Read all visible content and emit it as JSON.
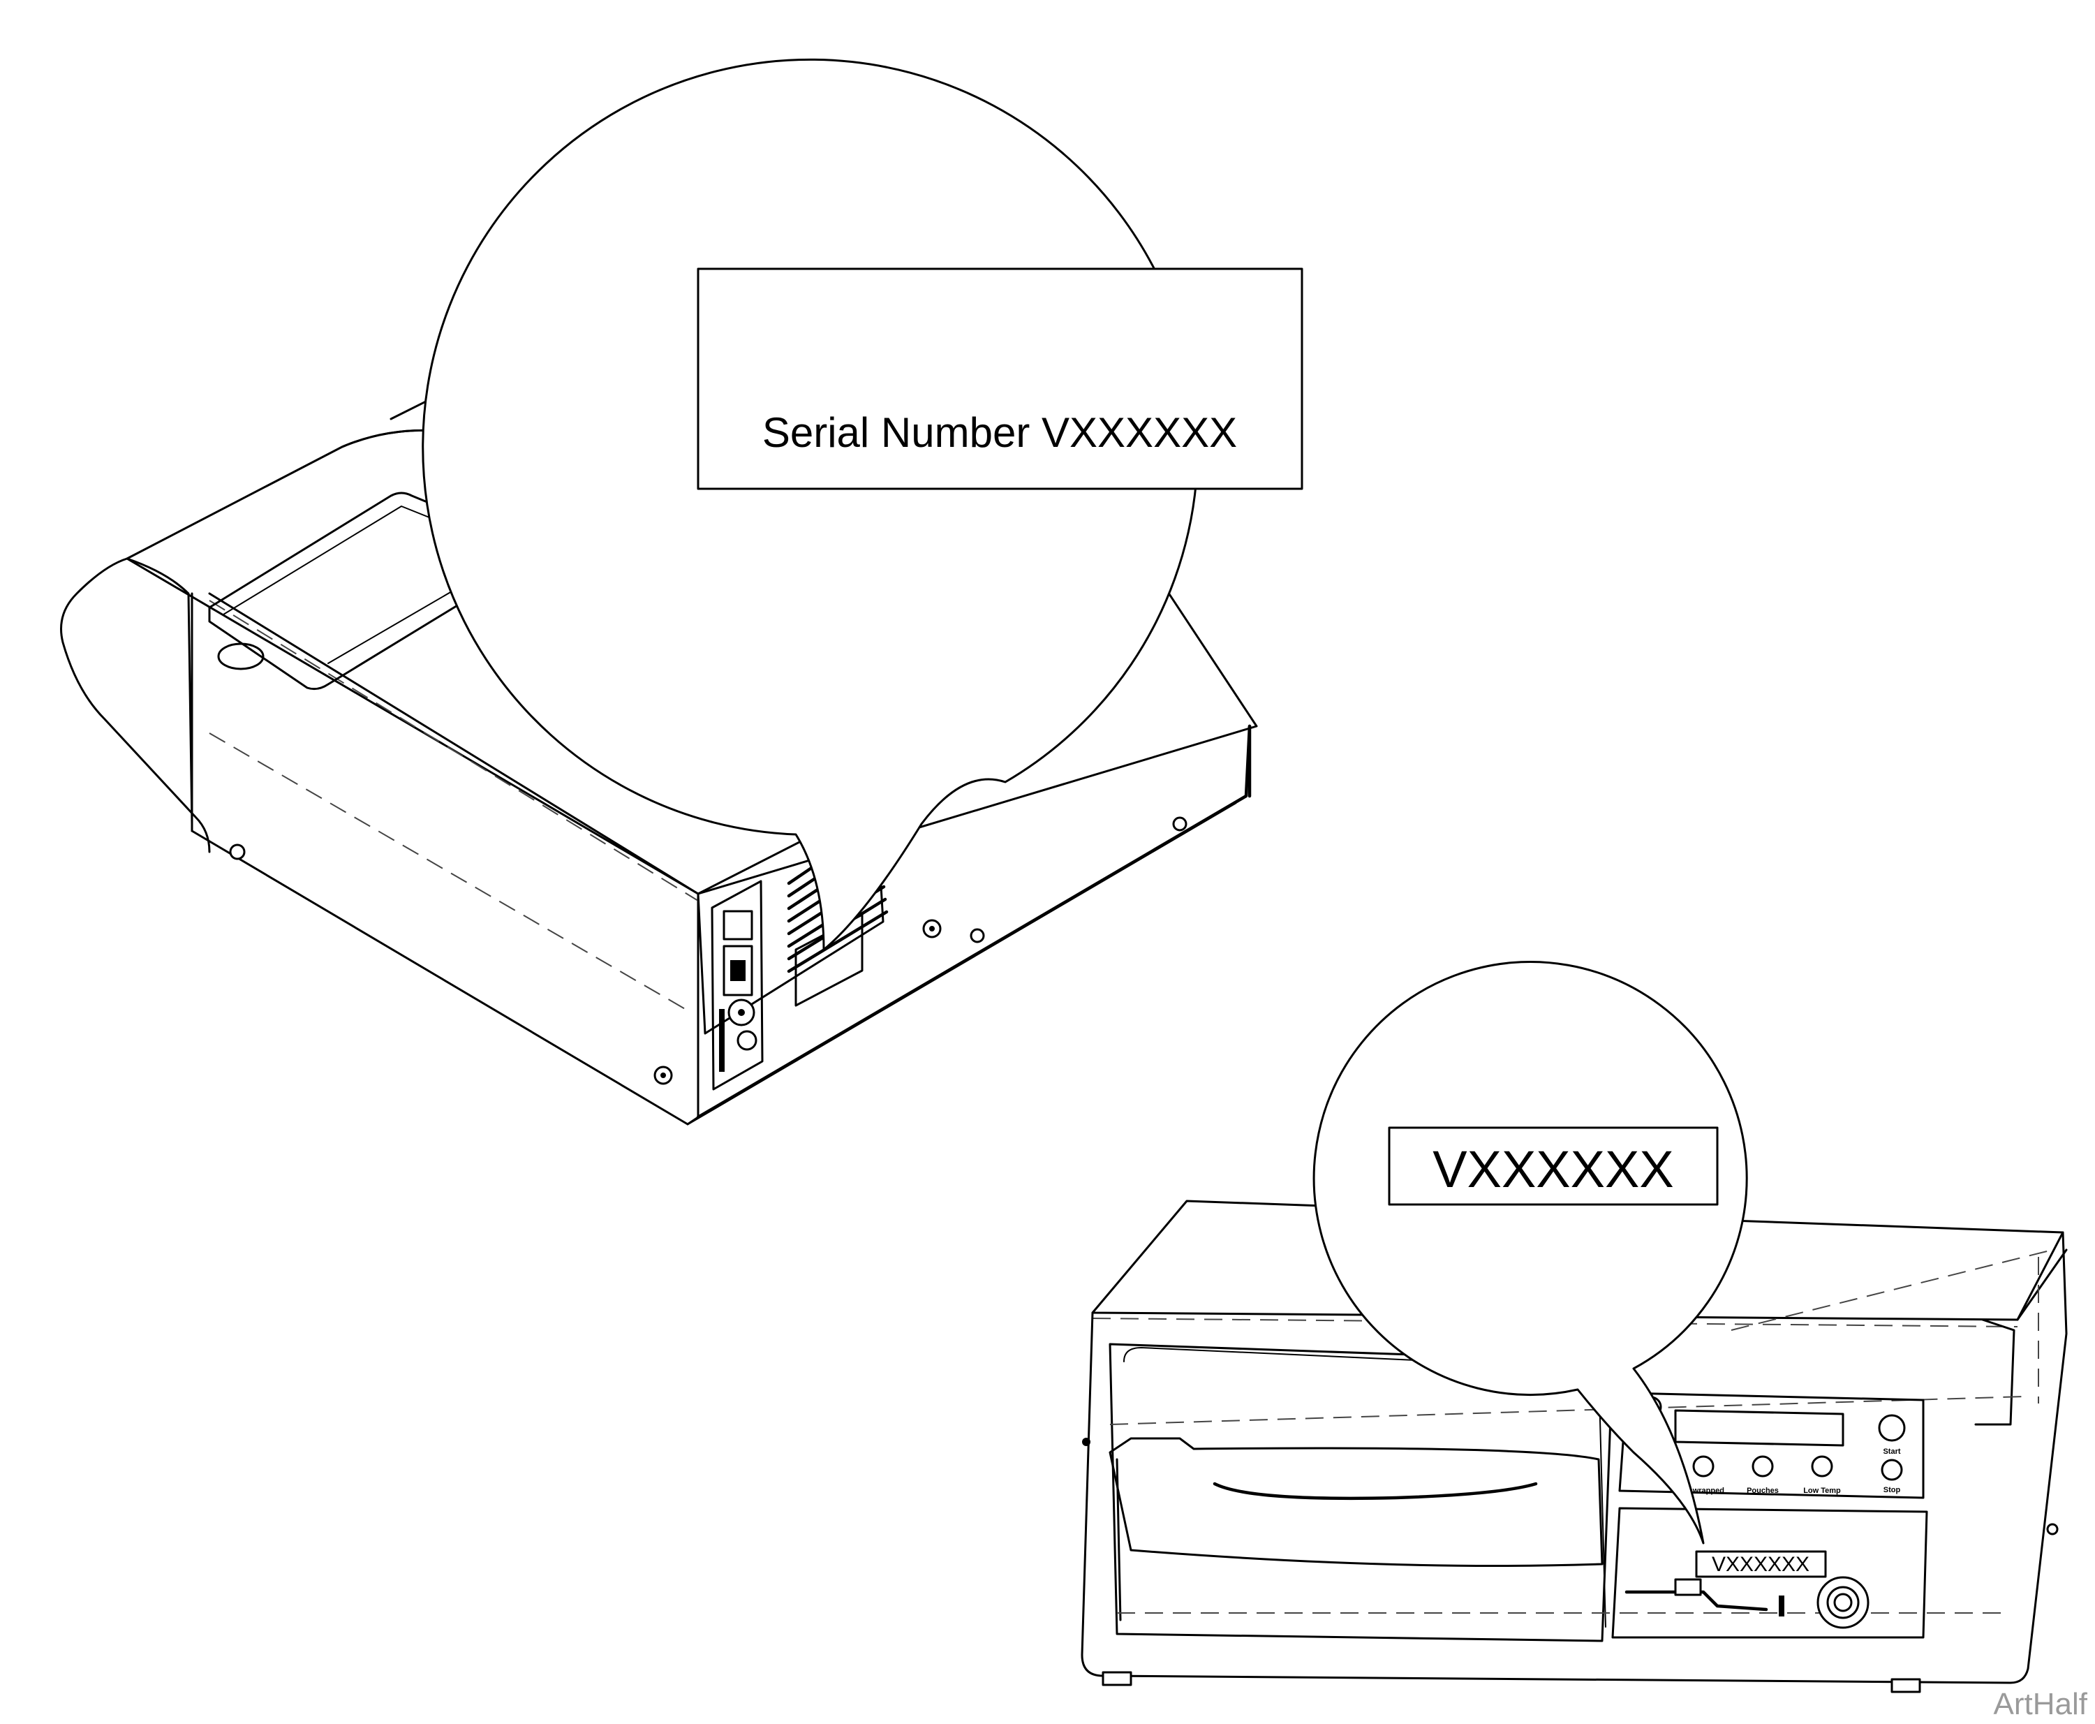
{
  "callout_top": {
    "label": "Serial Number VXXXXXX"
  },
  "callout_bottom": {
    "label": "VXXXXXX"
  },
  "unit_front": {
    "serial_plate": "VXXXXXX",
    "buttons": [
      "Unwrapped",
      "Pouches",
      "Low Temp"
    ],
    "start_label": "Start",
    "stop_label": "Stop"
  },
  "watermark": "ArtHalf",
  "icons": [
    "power-switch-icon",
    "fuse-holder-icon",
    "connector-icon",
    "screw-icon"
  ],
  "colors": {
    "line": "#000000",
    "background": "#ffffff",
    "watermark": "#9a9a9a"
  }
}
